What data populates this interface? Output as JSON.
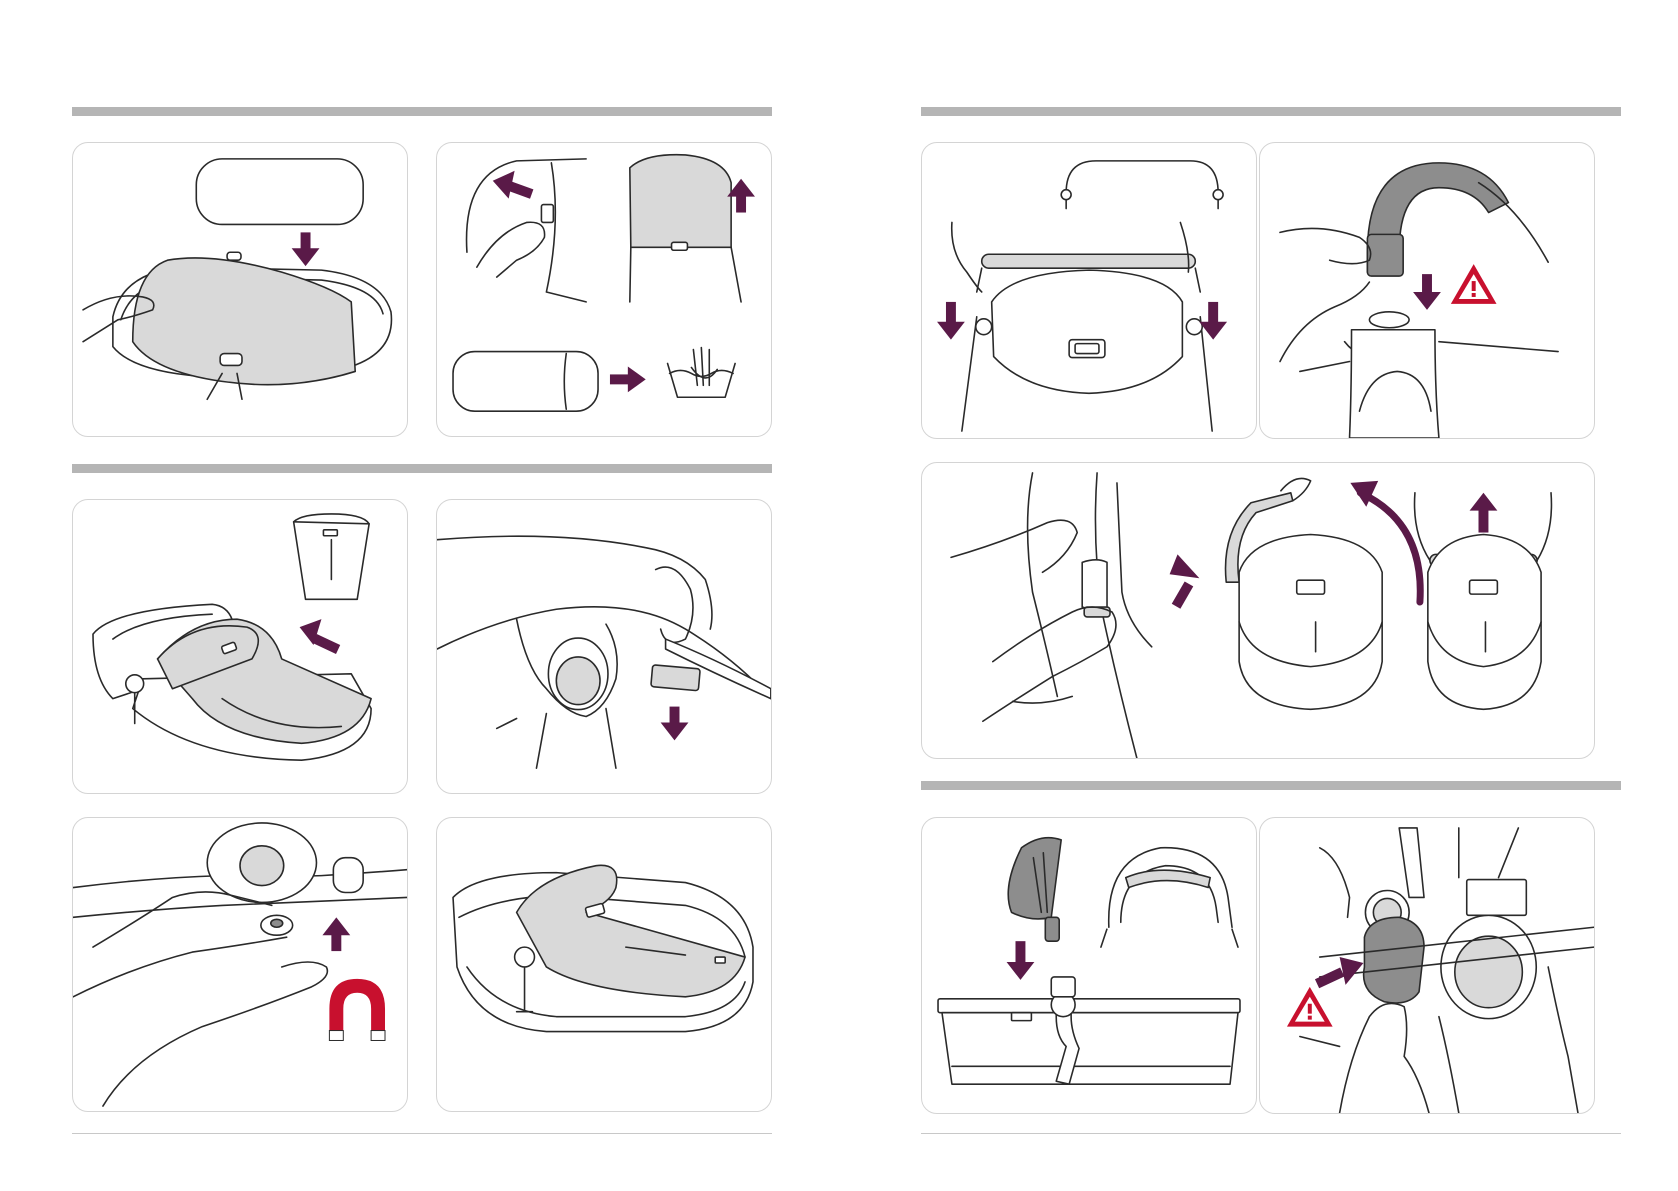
{
  "document": {
    "pages": [
      {
        "side": "left",
        "section_bars": 2,
        "panels": 6
      },
      {
        "side": "right",
        "section_bars": 2,
        "panels": 5
      }
    ]
  },
  "colors": {
    "section_bar": "#b5b5b5",
    "panel_border": "#d4d4d4",
    "arrow": "#5a1a48",
    "warning": "#c8102e",
    "fabric_fill": "#d9d9d9"
  },
  "icons": [
    "down-arrow-icon",
    "up-arrow-icon",
    "left-arrow-icon",
    "right-arrow-icon",
    "curved-arrow-icon",
    "hand-wash-icon",
    "magnet-icon",
    "warning-icon"
  ]
}
